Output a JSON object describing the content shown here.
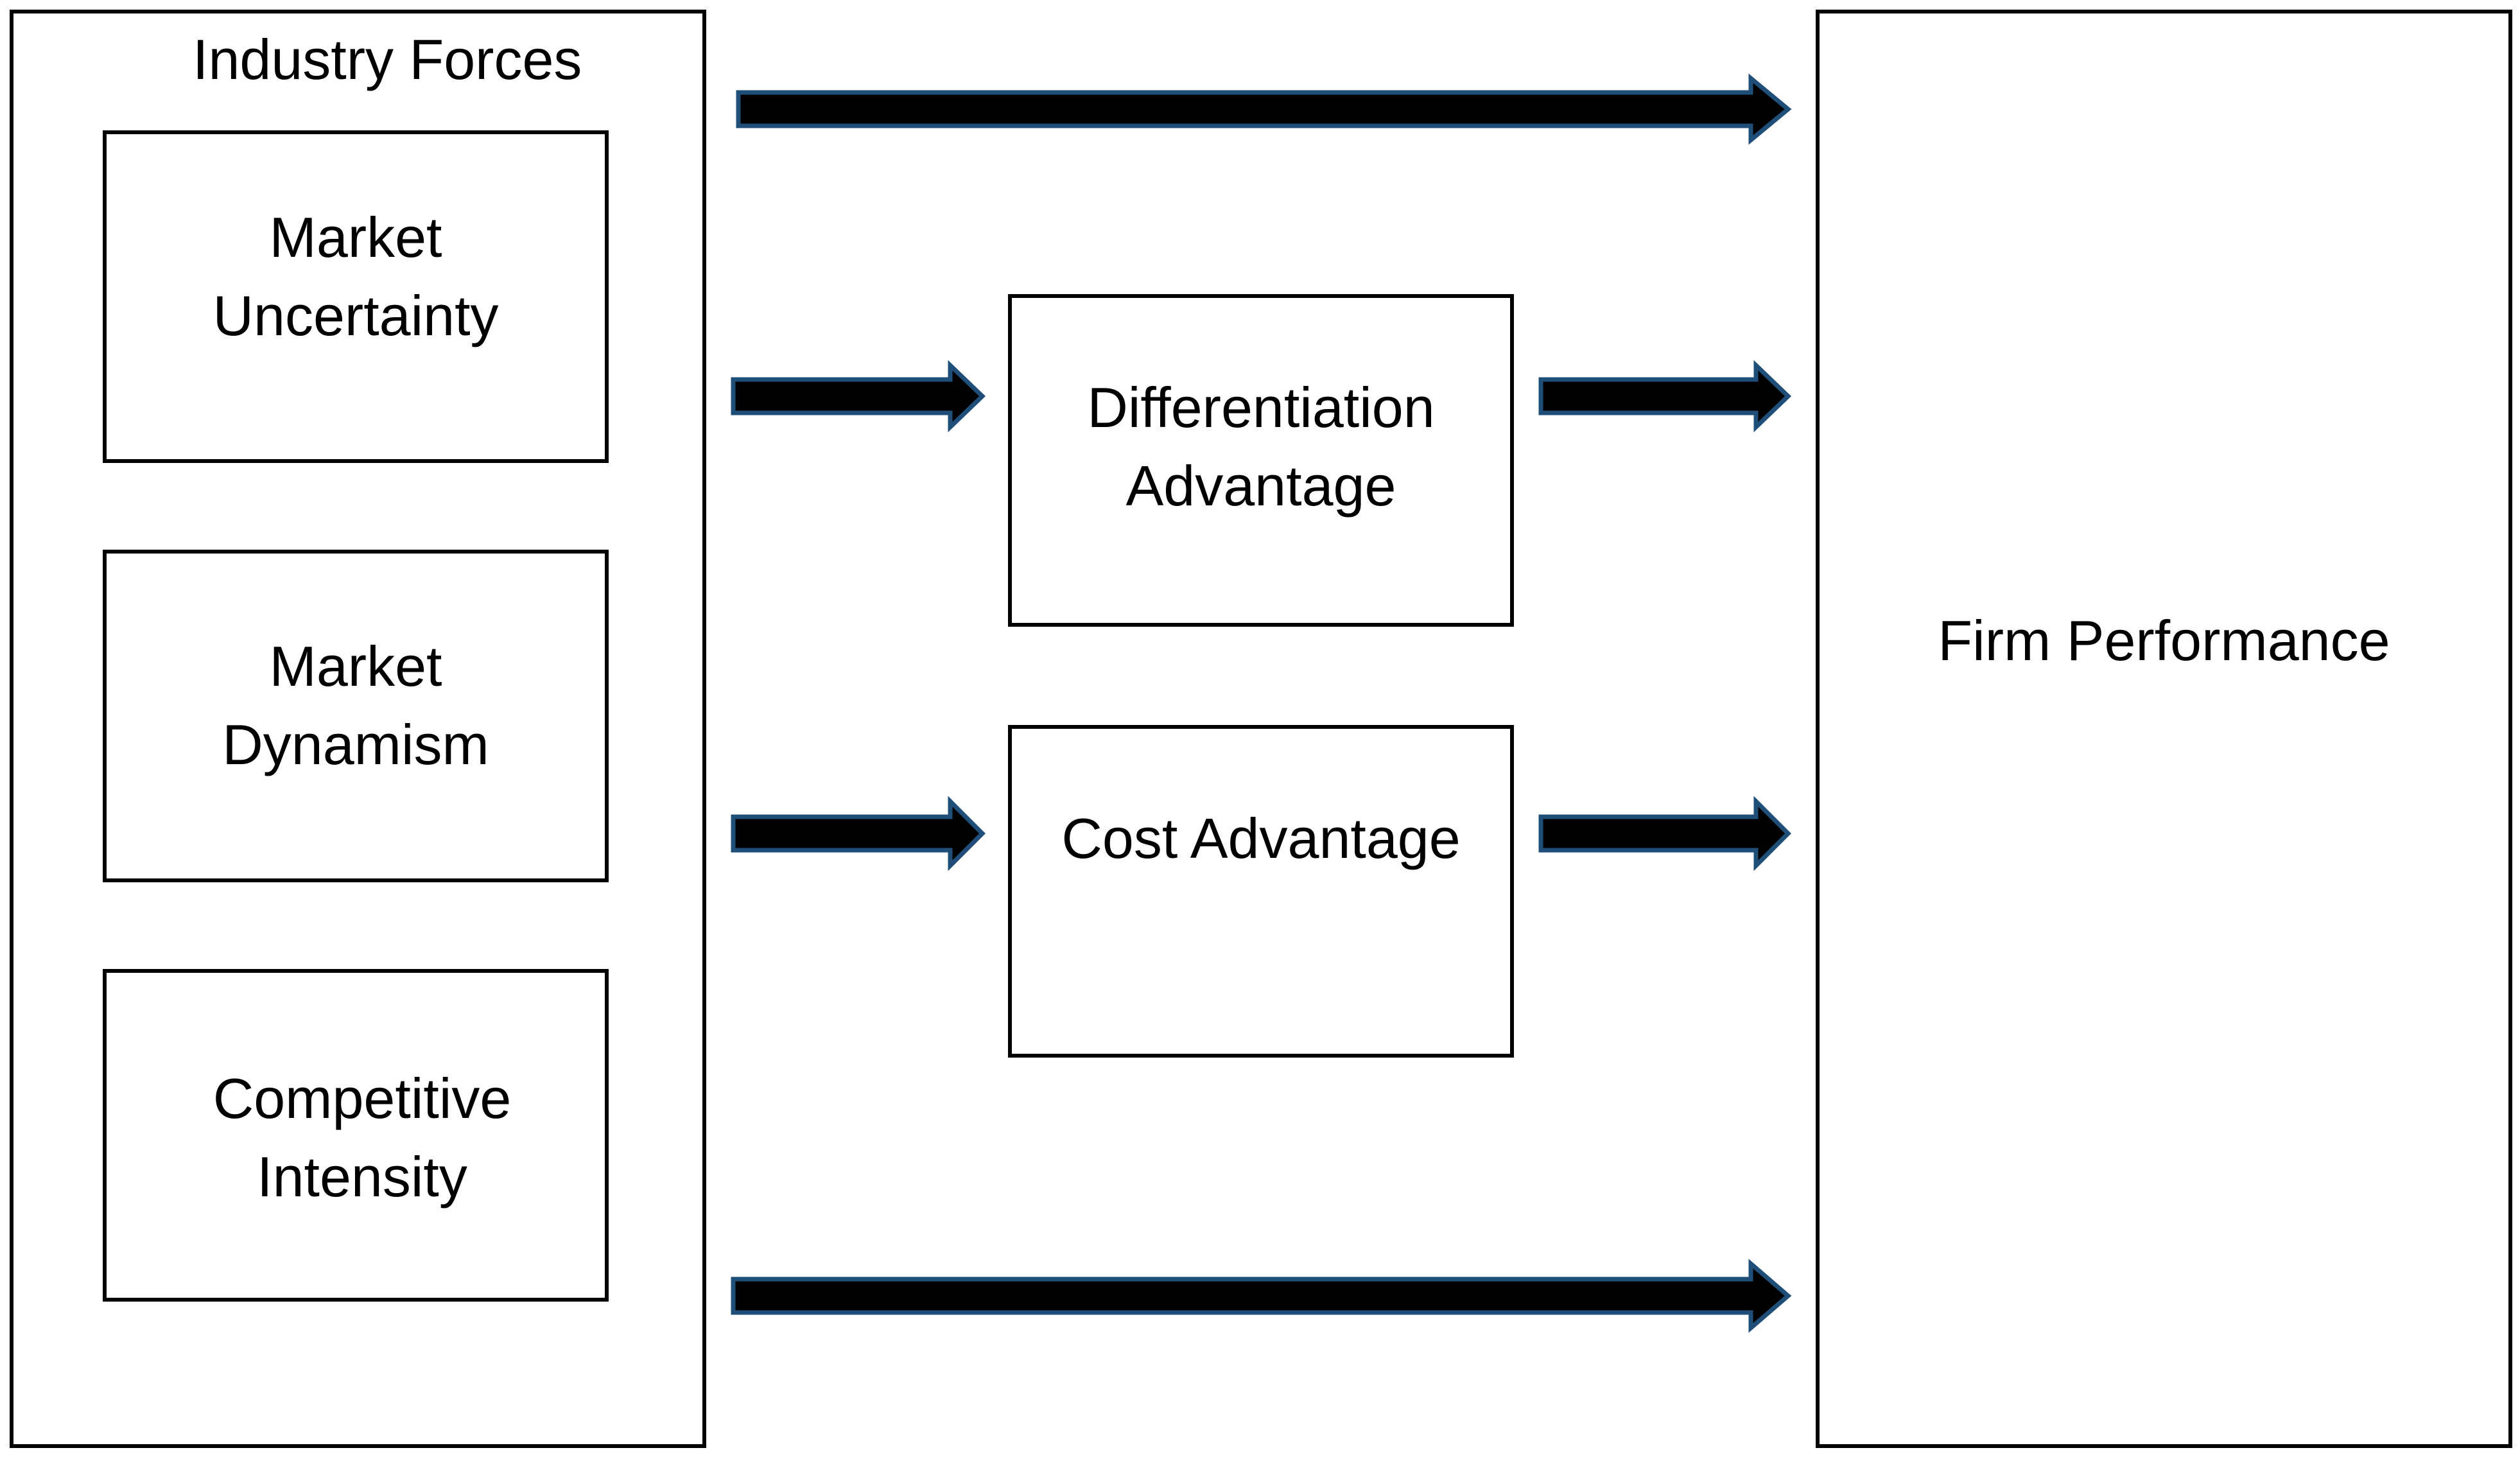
{
  "industry_forces": {
    "title": "Industry Forces",
    "factors": [
      {
        "line1": "Market",
        "line2": "Uncertainty"
      },
      {
        "line1": "Market",
        "line2": "Dynamism"
      },
      {
        "line1": "Competitive",
        "line2": "Intensity"
      }
    ]
  },
  "mediators": [
    {
      "line1": "Differentiation",
      "line2": "Advantage"
    },
    {
      "line1": "Cost Advantage",
      "line2": ""
    }
  ],
  "outcome": {
    "label": "Firm Performance"
  },
  "colors": {
    "arrow_fill": "#000000",
    "arrow_outline": "#1f4e79",
    "box_border": "#000000"
  }
}
